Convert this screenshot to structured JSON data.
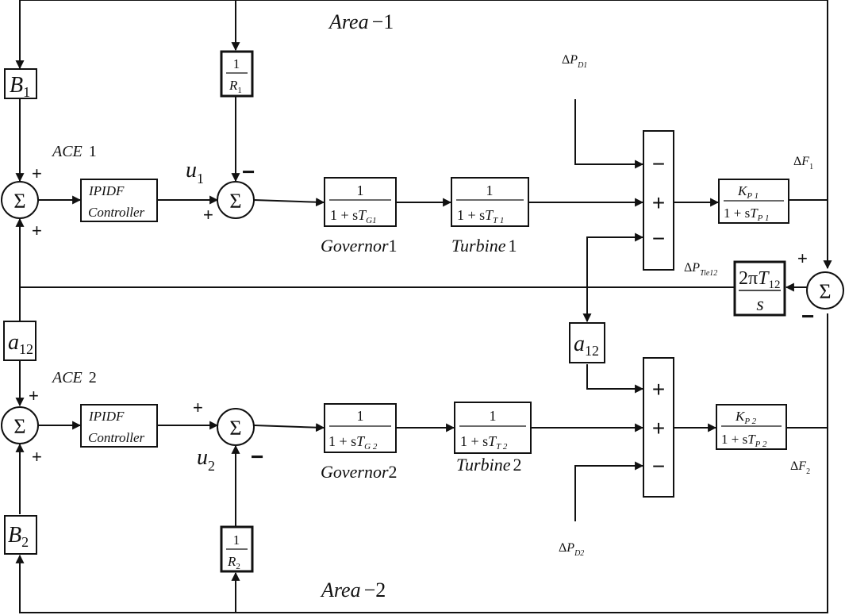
{
  "areas": {
    "area1": {
      "word": "Area",
      "dash": "−",
      "num": "1"
    },
    "area2": {
      "word": "Area",
      "dash": "−",
      "num": "2"
    }
  },
  "labels": {
    "ace1": {
      "word": "ACE",
      "num": "1"
    },
    "ace2": {
      "word": "ACE",
      "num": "2"
    },
    "u": "u",
    "u1_sub": "1",
    "u2_sub": "2",
    "governor1": {
      "word": "Governor",
      "num": "1"
    },
    "governor2": {
      "word": "Governor",
      "num": "2"
    },
    "turbine1": {
      "word": "Turbine",
      "num": "1"
    },
    "turbine2": {
      "word": "Turbine",
      "num": "2"
    }
  },
  "signals": {
    "delta": "Δ",
    "P": "P",
    "F": "F",
    "d1_sub": "D1",
    "d2_sub": "D2",
    "f1_sub": "1",
    "f2_sub": "2",
    "tie_sub": "Tie12"
  },
  "blocks": {
    "b1": {
      "sym": "B",
      "sub": "1"
    },
    "b2": {
      "sym": "B",
      "sub": "2"
    },
    "r1": {
      "num": "1",
      "sym": "R",
      "sub": "1"
    },
    "r2": {
      "num": "1",
      "sym": "R",
      "sub": "2"
    },
    "a12_top": {
      "sym": "a",
      "sub": "12"
    },
    "a12_mid": {
      "sym": "a",
      "sub": "12"
    },
    "ctrl1": {
      "l1": "IPIDF",
      "l2": "Controller"
    },
    "ctrl2": {
      "l1": "IPIDF",
      "l2": "Controller"
    },
    "gov1": {
      "num": "1",
      "den_pre": "1 + s",
      "T": "T",
      "sub": "G1"
    },
    "gov2": {
      "num": "1",
      "den_pre": "1 + s",
      "T": "T",
      "sub": "G 2"
    },
    "tur1": {
      "num": "1",
      "den_pre": "1 + s",
      "T": "T",
      "sub": "T 1"
    },
    "tur2": {
      "num": "1",
      "den_pre": "1 + s",
      "T": "T",
      "sub": "T 2"
    },
    "pow1": {
      "K": "K",
      "ksub": "P 1",
      "den_pre": "1 + s",
      "T": "T",
      "sub": "P 1"
    },
    "pow2": {
      "K": "K",
      "ksub": "P 2",
      "den_pre": "1 + s",
      "T": "T",
      "sub": "P 2"
    },
    "tie": {
      "num_pre": "2π",
      "T": "T",
      "sub": "12",
      "den": "s"
    }
  },
  "summers": {
    "sigma": "Σ"
  },
  "signs": {
    "plus": "+",
    "minus": "−"
  }
}
